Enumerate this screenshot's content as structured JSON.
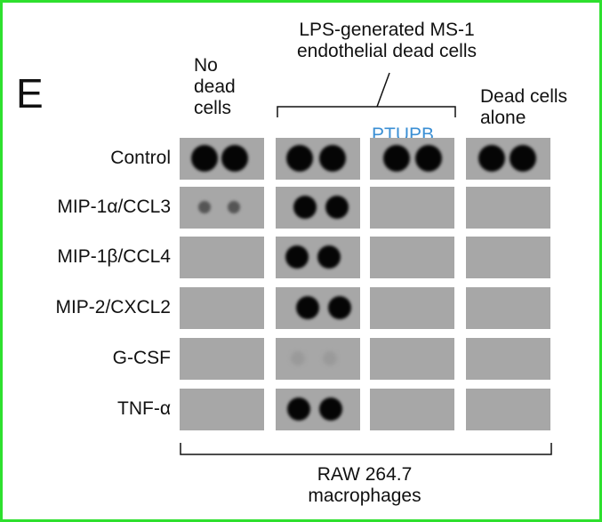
{
  "panel_letter": "E",
  "headers": {
    "no_dead_cells": [
      "No",
      "dead",
      "cells"
    ],
    "lps": [
      "LPS-generated MS-1",
      "endothelial dead cells"
    ],
    "ptupb": "PTUPB",
    "dead_cells_alone": [
      "Dead cells",
      "alone"
    ],
    "bottom": [
      "RAW 264.7",
      "macrophages"
    ]
  },
  "colors": {
    "ptupb": "#3b8fd4",
    "membrane": "#a7a7a7",
    "border": "#2ee02e"
  },
  "rows": [
    {
      "label": "Control",
      "signal": [
        "strong",
        "strong",
        "strong",
        "strong"
      ]
    },
    {
      "label": "MIP-1α/CCL3",
      "signal": [
        "weak",
        "strong",
        "none",
        "none"
      ]
    },
    {
      "label": "MIP-1β/CCL4",
      "signal": [
        "none",
        "strong",
        "none",
        "none"
      ]
    },
    {
      "label": "MIP-2/CXCL2",
      "signal": [
        "none",
        "strong",
        "none",
        "none"
      ]
    },
    {
      "label": "G-CSF",
      "signal": [
        "none",
        "faint",
        "none",
        "none"
      ]
    },
    {
      "label": "TNF-α",
      "signal": [
        "none",
        "strong",
        "none",
        "none"
      ]
    }
  ]
}
